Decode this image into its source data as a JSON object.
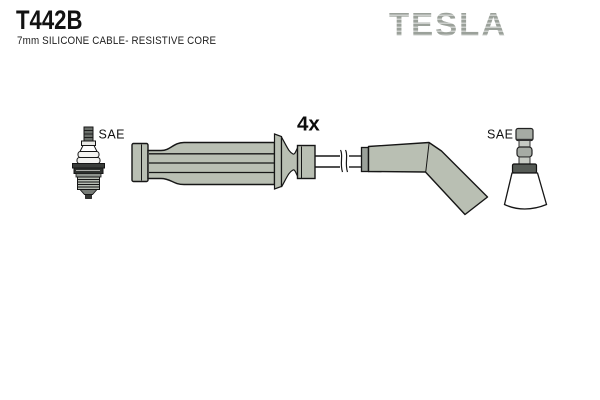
{
  "header": {
    "part_number": "T442B",
    "subtitle": "7mm SILICONE CABLE- RESISTIVE CORE",
    "brand": "TESLA"
  },
  "diagram": {
    "quantity_label": "4x",
    "left_plug_label": "SAE",
    "right_plug_label": "SAE",
    "description": "ignition cable kit: spark plug, coil-end boot, cable with break mark, 45-degree plug boot, spark plug top"
  },
  "colors": {
    "boot_fill": "#b9bfb3",
    "outline": "#161616",
    "brand_gray": "#9ba19a",
    "metal_gray": "#a6aba4",
    "metal_light": "#c6cac3",
    "collar_dark": "#565b56",
    "cap_gray": "#9ba19a"
  }
}
